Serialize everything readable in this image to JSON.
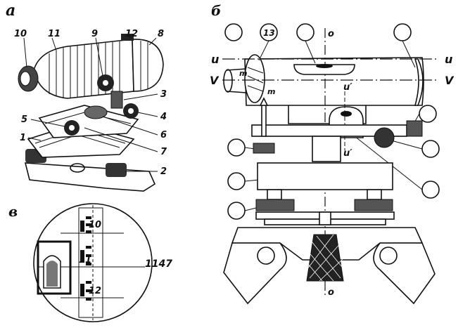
{
  "panels": {
    "a": {
      "letter": "а",
      "numbers": [
        "10",
        "11",
        "9",
        "12",
        "8",
        "3",
        "4",
        "5",
        "6",
        "1",
        "7",
        "2"
      ]
    },
    "b": {
      "letter": "б",
      "callout_13": "13",
      "axis_o_top": "o",
      "axis_o_bottom": "o",
      "axis_u_left": "u",
      "axis_u_right": "u",
      "axis_v_left": "V",
      "axis_v_right": "V",
      "axis_u1_top": "u′",
      "axis_u1_bottom": "u′",
      "mark_m1": "m",
      "mark_m2": "m"
    },
    "c": {
      "letter": "в",
      "scale_labels": [
        "10",
        "11",
        "12"
      ],
      "reading": "1147"
    }
  }
}
